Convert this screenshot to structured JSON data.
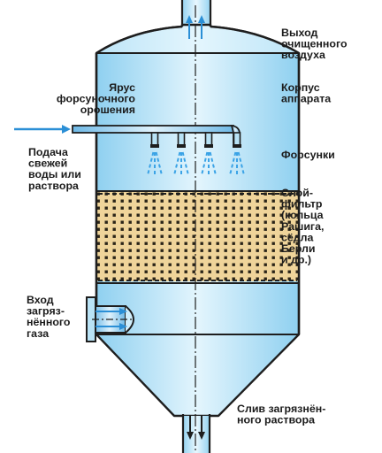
{
  "labels": {
    "outlet_air": [
      "Выход",
      "очищенного",
      "воздуха"
    ],
    "housing": [
      "Корпус",
      "аппарата"
    ],
    "spray_tier": [
      "Ярус",
      "форсуночного",
      "орошения"
    ],
    "water_supply": [
      "Подача",
      "свежей",
      "воды или",
      "раствора"
    ],
    "nozzles": [
      "Форсунки"
    ],
    "filter_layer": [
      "Слой-",
      "фильтр",
      "(кольца",
      "Рашига,",
      "сёдла",
      "Берли",
      "и др.)"
    ],
    "gas_inlet": [
      "Вход",
      "загряз-",
      "нённого",
      "газа"
    ],
    "drain": [
      "Слив загрязнён-",
      "ного раствора"
    ]
  },
  "colors": {
    "vessel_fill": "#b9e3f6",
    "vessel_light": "#e4f5fd",
    "outline": "#1e1e1e",
    "packing_fill": "#efd49a",
    "packing_dots": "#2a2418",
    "flow_arrow": "#2b8fd6",
    "spray": "#3ba3e6"
  }
}
